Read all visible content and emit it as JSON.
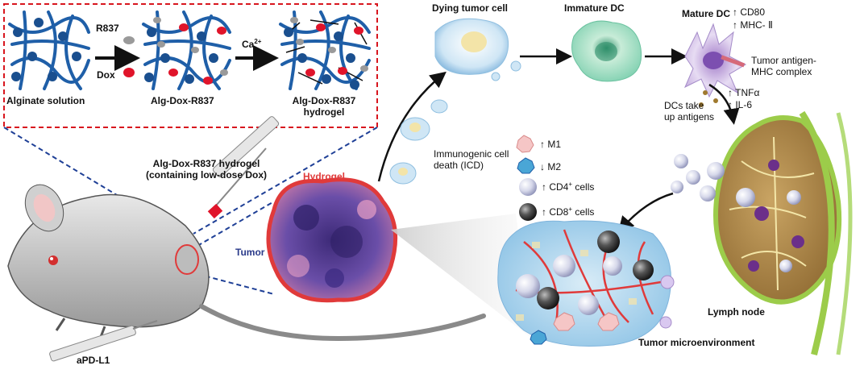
{
  "synthesis": {
    "reagent_1": "R837",
    "reagent_2": "Dox",
    "reagent_3": "Ca2+",
    "reagent_3_base": "Ca",
    "reagent_3_sup": "2+",
    "stage_1": "Alginate solution",
    "stage_2": "Alg-Dox-R837",
    "stage_3_line1": "Alg-Dox-R837",
    "stage_3_line2": "hydrogel"
  },
  "injection": {
    "line1": "Alg-Dox-R837 hydrogel",
    "line2": "(containing low-dose Dox)"
  },
  "hydrogel_label": "Hydrogel",
  "tumor_label": "Tumor",
  "apdl1_label": "aPD-L1",
  "cycle": {
    "dying_tumor_cell": "Dying tumor cell",
    "immature_dc": "Immature DC",
    "mature_dc": "Mature DC",
    "cd80": "↑ CD80",
    "mhc2": "↑ MHC- Ⅱ",
    "tumor_antigen_line1": "Tumor antigen-",
    "tumor_antigen_line2": "MHC complex",
    "tnfa": "↑ TNFα",
    "il6": "↑ IL-6",
    "dcs_take_line1": "DCs take",
    "dcs_take_line2": "up antigens",
    "icd_line1": "Immunogenic cell",
    "icd_line2": "death (ICD)"
  },
  "legend": {
    "m1": "↑ M1",
    "m2": "↓ M2",
    "cd4_prefix": "↑ CD4",
    "cd4_sup": "+",
    "cd4_suffix": " cells",
    "cd8_prefix": "↑ CD8",
    "cd8_sup": "+",
    "cd8_suffix": " cells"
  },
  "lymph_node_label": "Lymph node",
  "tme_label": "Tumor microenvironment",
  "colors": {
    "alginate_chain": "#1f5fa8",
    "dox": "#e0142a",
    "r837": "#9a9a9a",
    "bead": "#1a4f8f",
    "dash_box": "#d8161e",
    "dash_line": "#1e3f96",
    "tumor_purple": "#5b3f9c",
    "hydrogel_red": "#e03a3a",
    "lymph_fill": "#b9924f",
    "lymph_rim": "#9ccc4a"
  }
}
